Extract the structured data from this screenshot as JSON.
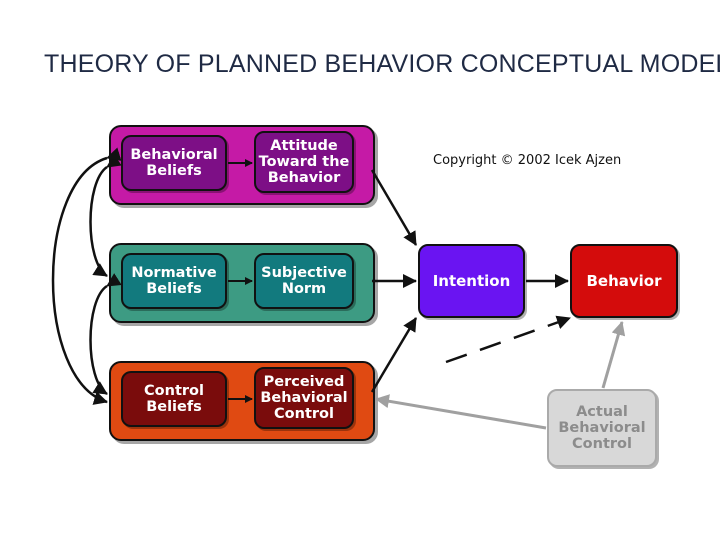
{
  "title": "THEORY OF PLANNED BEHAVIOR CONCEPTUAL MODEL",
  "copyright": "Copyright © 2002 Icek Ajzen",
  "boxes": {
    "behavioral_beliefs": "Behavioral\nBeliefs",
    "attitude": "Attitude\nToward the\nBehavior",
    "normative_beliefs": "Normative\nBeliefs",
    "subjective_norm": "Subjective\nNorm",
    "control_beliefs": "Control\nBeliefs",
    "perceived_control": "Perceived\nBehavioral\nControl",
    "intention": "Intention",
    "behavior": "Behavior",
    "actual_control": "Actual\nBehavioral\nControl"
  },
  "colors": {
    "attitude_band": "#c51aa6",
    "attitude_box": "#7d0f86",
    "norm_band": "#3d9b83",
    "norm_box": "#127a7e",
    "control_band": "#e04a12",
    "control_box": "#7a0c0c",
    "intention": "#6a14f2",
    "behavior": "#d40c0c",
    "actual_control": "#d8d8d8",
    "actual_control_text": "#8c8c8c"
  }
}
